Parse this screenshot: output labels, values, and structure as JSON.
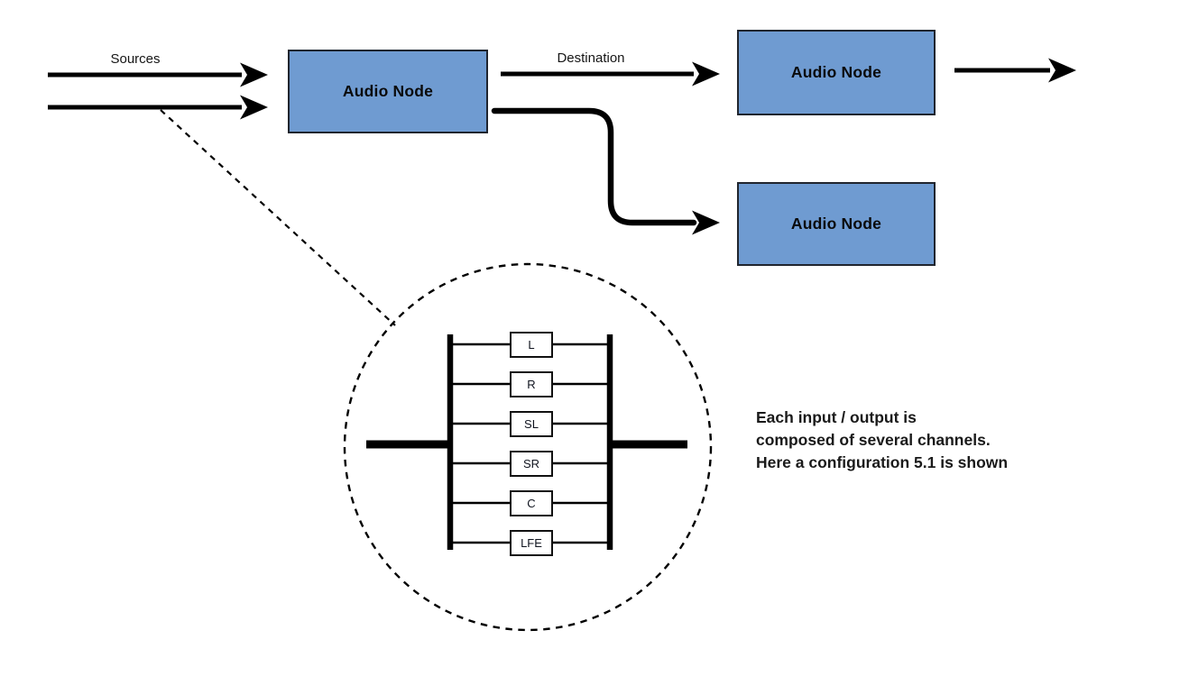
{
  "diagram": {
    "title_hint": "Audio routing graph with 5.1 channel detail",
    "labels": {
      "sources": "Sources",
      "destination": "Destination"
    },
    "nodes": [
      {
        "label": "Audio Node"
      },
      {
        "label": "Audio Node"
      },
      {
        "label": "Audio Node"
      }
    ],
    "channels": [
      {
        "label": "L"
      },
      {
        "label": "R"
      },
      {
        "label": "SL"
      },
      {
        "label": "SR"
      },
      {
        "label": "C"
      },
      {
        "label": "LFE"
      }
    ],
    "annotation": {
      "line1": "Each input / output is",
      "line2": "composed of several channels.",
      "line3": "Here a configuration 5.1 is shown"
    },
    "colors": {
      "node_fill": "#6f9bd1",
      "node_border": "#20252e",
      "line": "#000000"
    }
  }
}
